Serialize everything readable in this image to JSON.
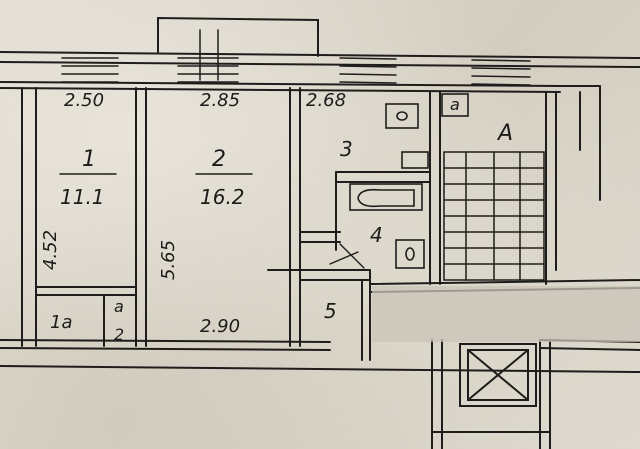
{
  "plan": {
    "rooms": [
      {
        "id": "1",
        "number": "1",
        "area": "11.1",
        "width": "2.50",
        "length": "4.52"
      },
      {
        "id": "2",
        "number": "2",
        "area": "16.2",
        "width": "2.85",
        "length": "5.65",
        "bottom_width": "2.90"
      },
      {
        "id": "3",
        "number": "3",
        "width": "2.68"
      },
      {
        "id": "4",
        "number": "4"
      },
      {
        "id": "5",
        "number": "5"
      },
      {
        "id": "1a",
        "number": "1a"
      },
      {
        "id": "a2",
        "number_top": "a",
        "number_bottom": "2"
      },
      {
        "id": "a_upper",
        "number": "a"
      }
    ],
    "staircase_label": "A"
  }
}
